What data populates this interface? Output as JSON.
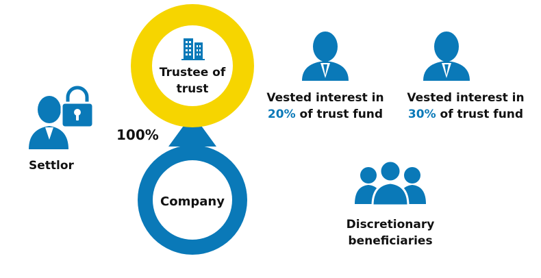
{
  "colors": {
    "blue": "#0a79b8",
    "yellow": "#f6d500",
    "white": "#ffffff",
    "text": "#111111"
  },
  "settlor": {
    "label": "Settlor",
    "icons": [
      "person-icon",
      "padlock-icon"
    ]
  },
  "trustee": {
    "label_line1": "Trustee of",
    "label_line2": "trust",
    "icon": "building-icon"
  },
  "company": {
    "label": "Company"
  },
  "ownership": {
    "label": "100%"
  },
  "beneficiary_1": {
    "line1": "Vested interest in",
    "pct": "20%",
    "rest": " of trust fund",
    "icon": "person-icon"
  },
  "beneficiary_2": {
    "line1": "Vested interest in",
    "pct": "30%",
    "rest": " of trust fund",
    "icon": "person-icon"
  },
  "discretionary": {
    "line1": "Discretionary",
    "line2": "beneficiaries",
    "icon": "group-icon"
  }
}
